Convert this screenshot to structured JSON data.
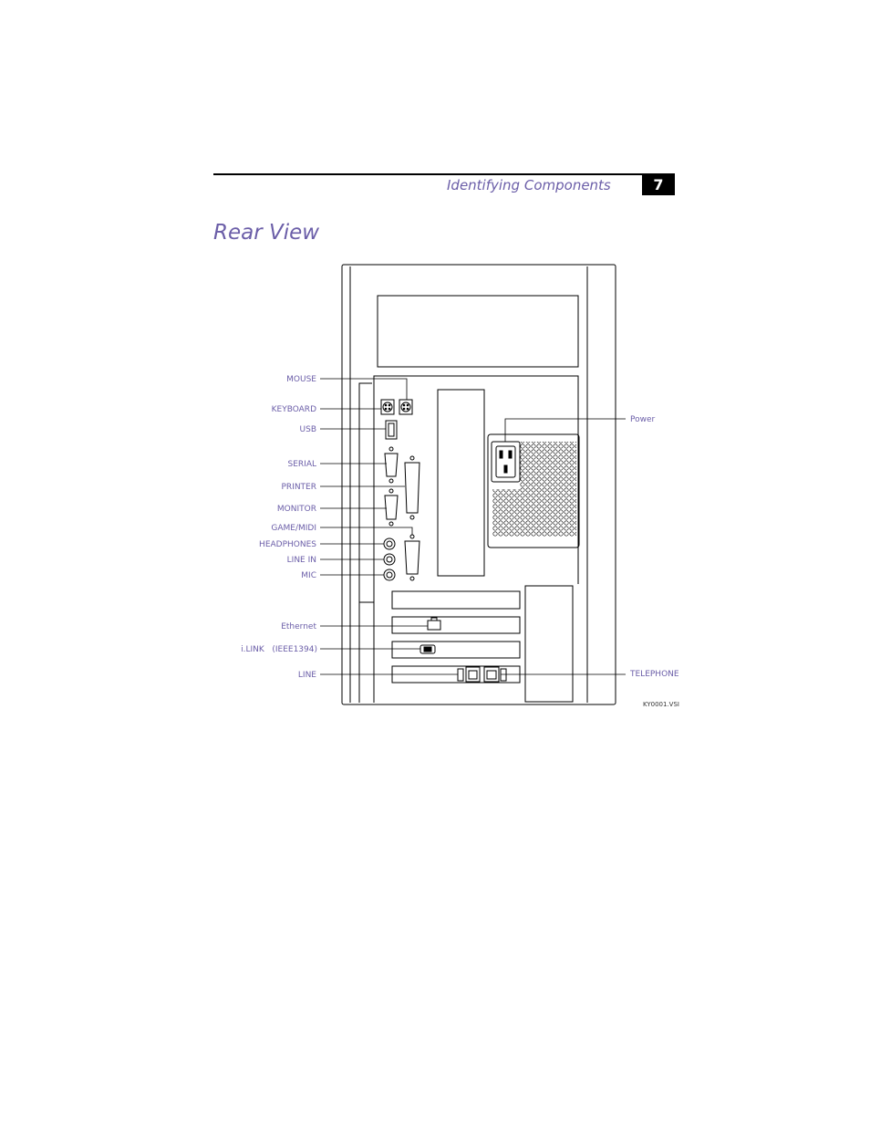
{
  "header": {
    "section_title": "Identifying Components",
    "page_number": "7"
  },
  "page_heading": "Rear View",
  "figure": {
    "labels_left": {
      "mouse": "MOUSE",
      "keyboard": "KEYBOARD",
      "usb": "USB",
      "serial": "SERIAL",
      "printer": "PRINTER",
      "monitor": "MONITOR",
      "game_midi": "GAME/MIDI",
      "headphones": "HEADPHONES",
      "line_in": "LINE IN",
      "mic": "MIC",
      "ethernet": "Ethernet",
      "ilink": "i.LINK   (IEEE1394)",
      "line": "LINE"
    },
    "labels_right": {
      "power": "Power",
      "telephone": "TELEPHONE"
    },
    "figure_code": "KY0001.VSI",
    "colors": {
      "label": "#6b5ea8",
      "line": "#000000"
    }
  }
}
